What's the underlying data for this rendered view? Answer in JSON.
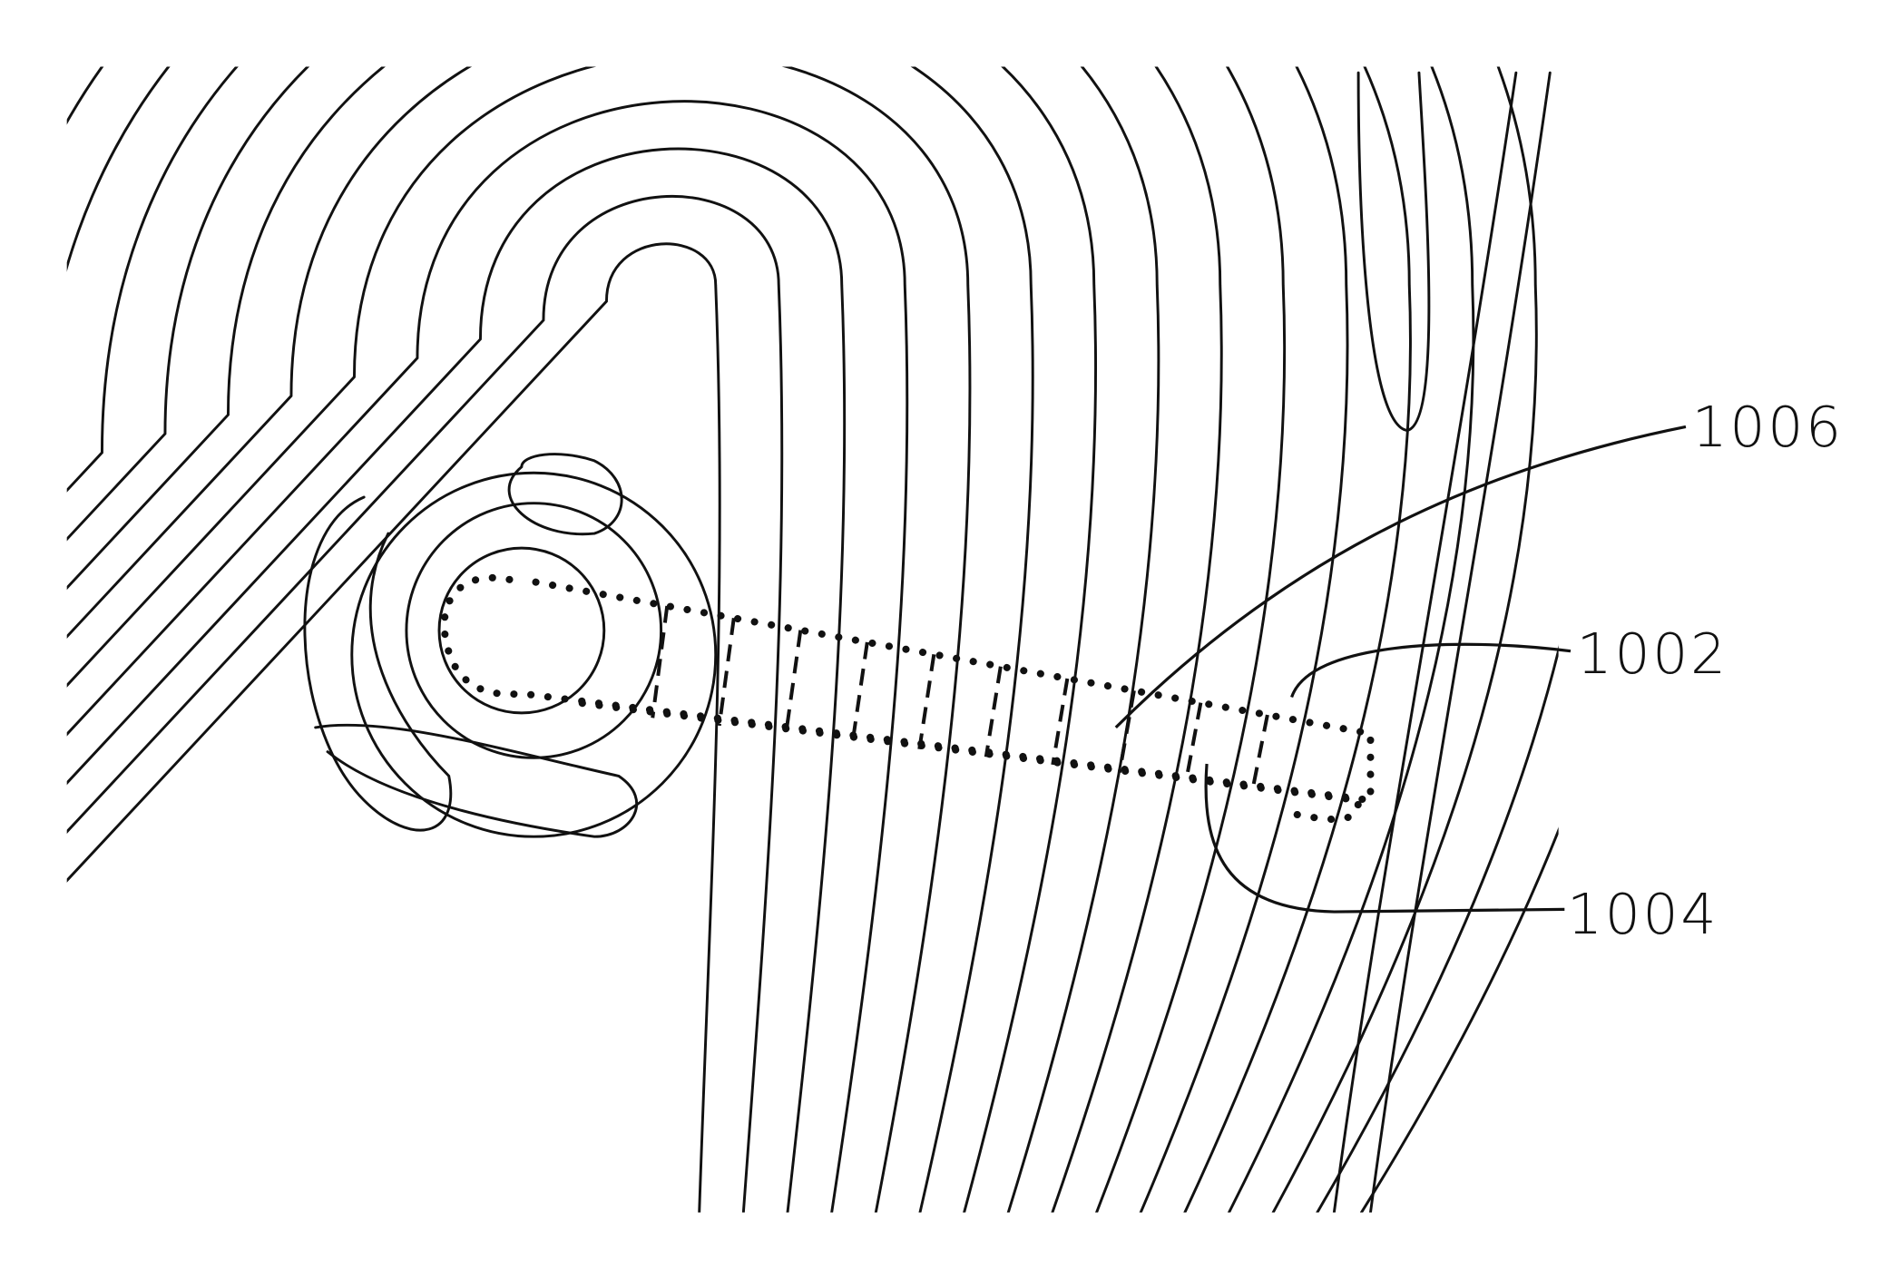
{
  "figure": {
    "labels": [
      {
        "id": "label-1006",
        "text": "1006"
      },
      {
        "id": "label-1002",
        "text": "1002"
      },
      {
        "id": "label-1004",
        "text": "1004"
      }
    ],
    "ridge_count": 16
  }
}
